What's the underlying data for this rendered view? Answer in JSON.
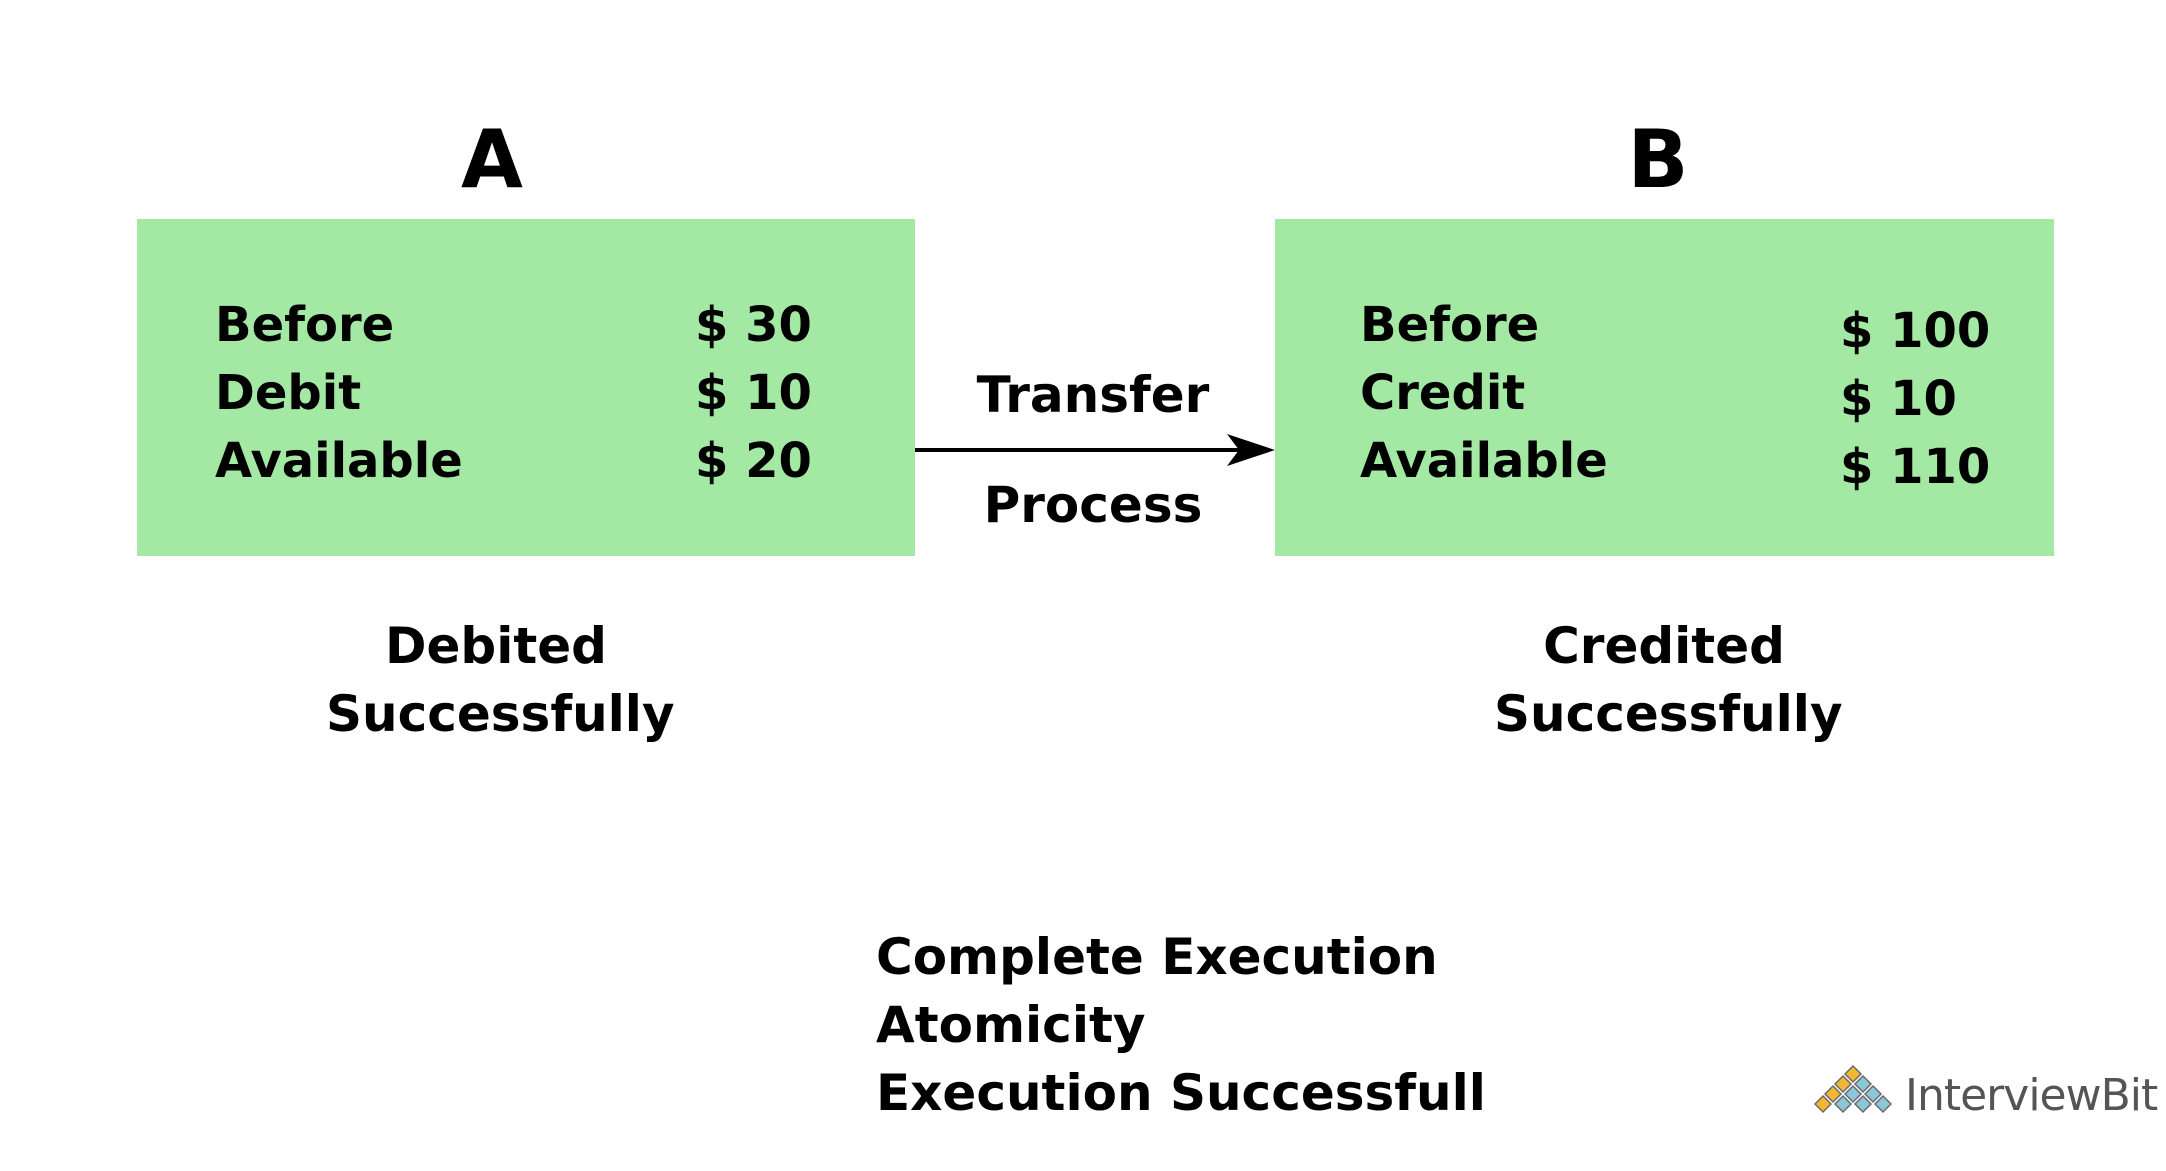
{
  "accounts": {
    "a": {
      "name": "A",
      "rows": [
        {
          "label": "Before",
          "value": "$ 30"
        },
        {
          "label": "Debit",
          "value": "$ 10"
        },
        {
          "label": "Available",
          "value": "$ 20"
        }
      ],
      "status_line1": "Debited",
      "status_line2": "Successfully"
    },
    "b": {
      "name": "B",
      "rows": [
        {
          "label": "Before",
          "value": "$ 100"
        },
        {
          "label": "Credit",
          "value": "$ 10"
        },
        {
          "label": "Available",
          "value": "$ 110"
        }
      ],
      "status_line1": "Credited",
      "status_line2": "Successfully"
    }
  },
  "transfer": {
    "top_label": "Transfer",
    "bottom_label": "Process"
  },
  "summary": {
    "lines": [
      "Complete Execution",
      "Atomicity",
      "Execution Successfull"
    ]
  },
  "logo": {
    "text": "InterviewBit"
  },
  "colors": {
    "box_fill": "#a3e9a4",
    "text": "#000000",
    "logo_text": "#555555"
  }
}
